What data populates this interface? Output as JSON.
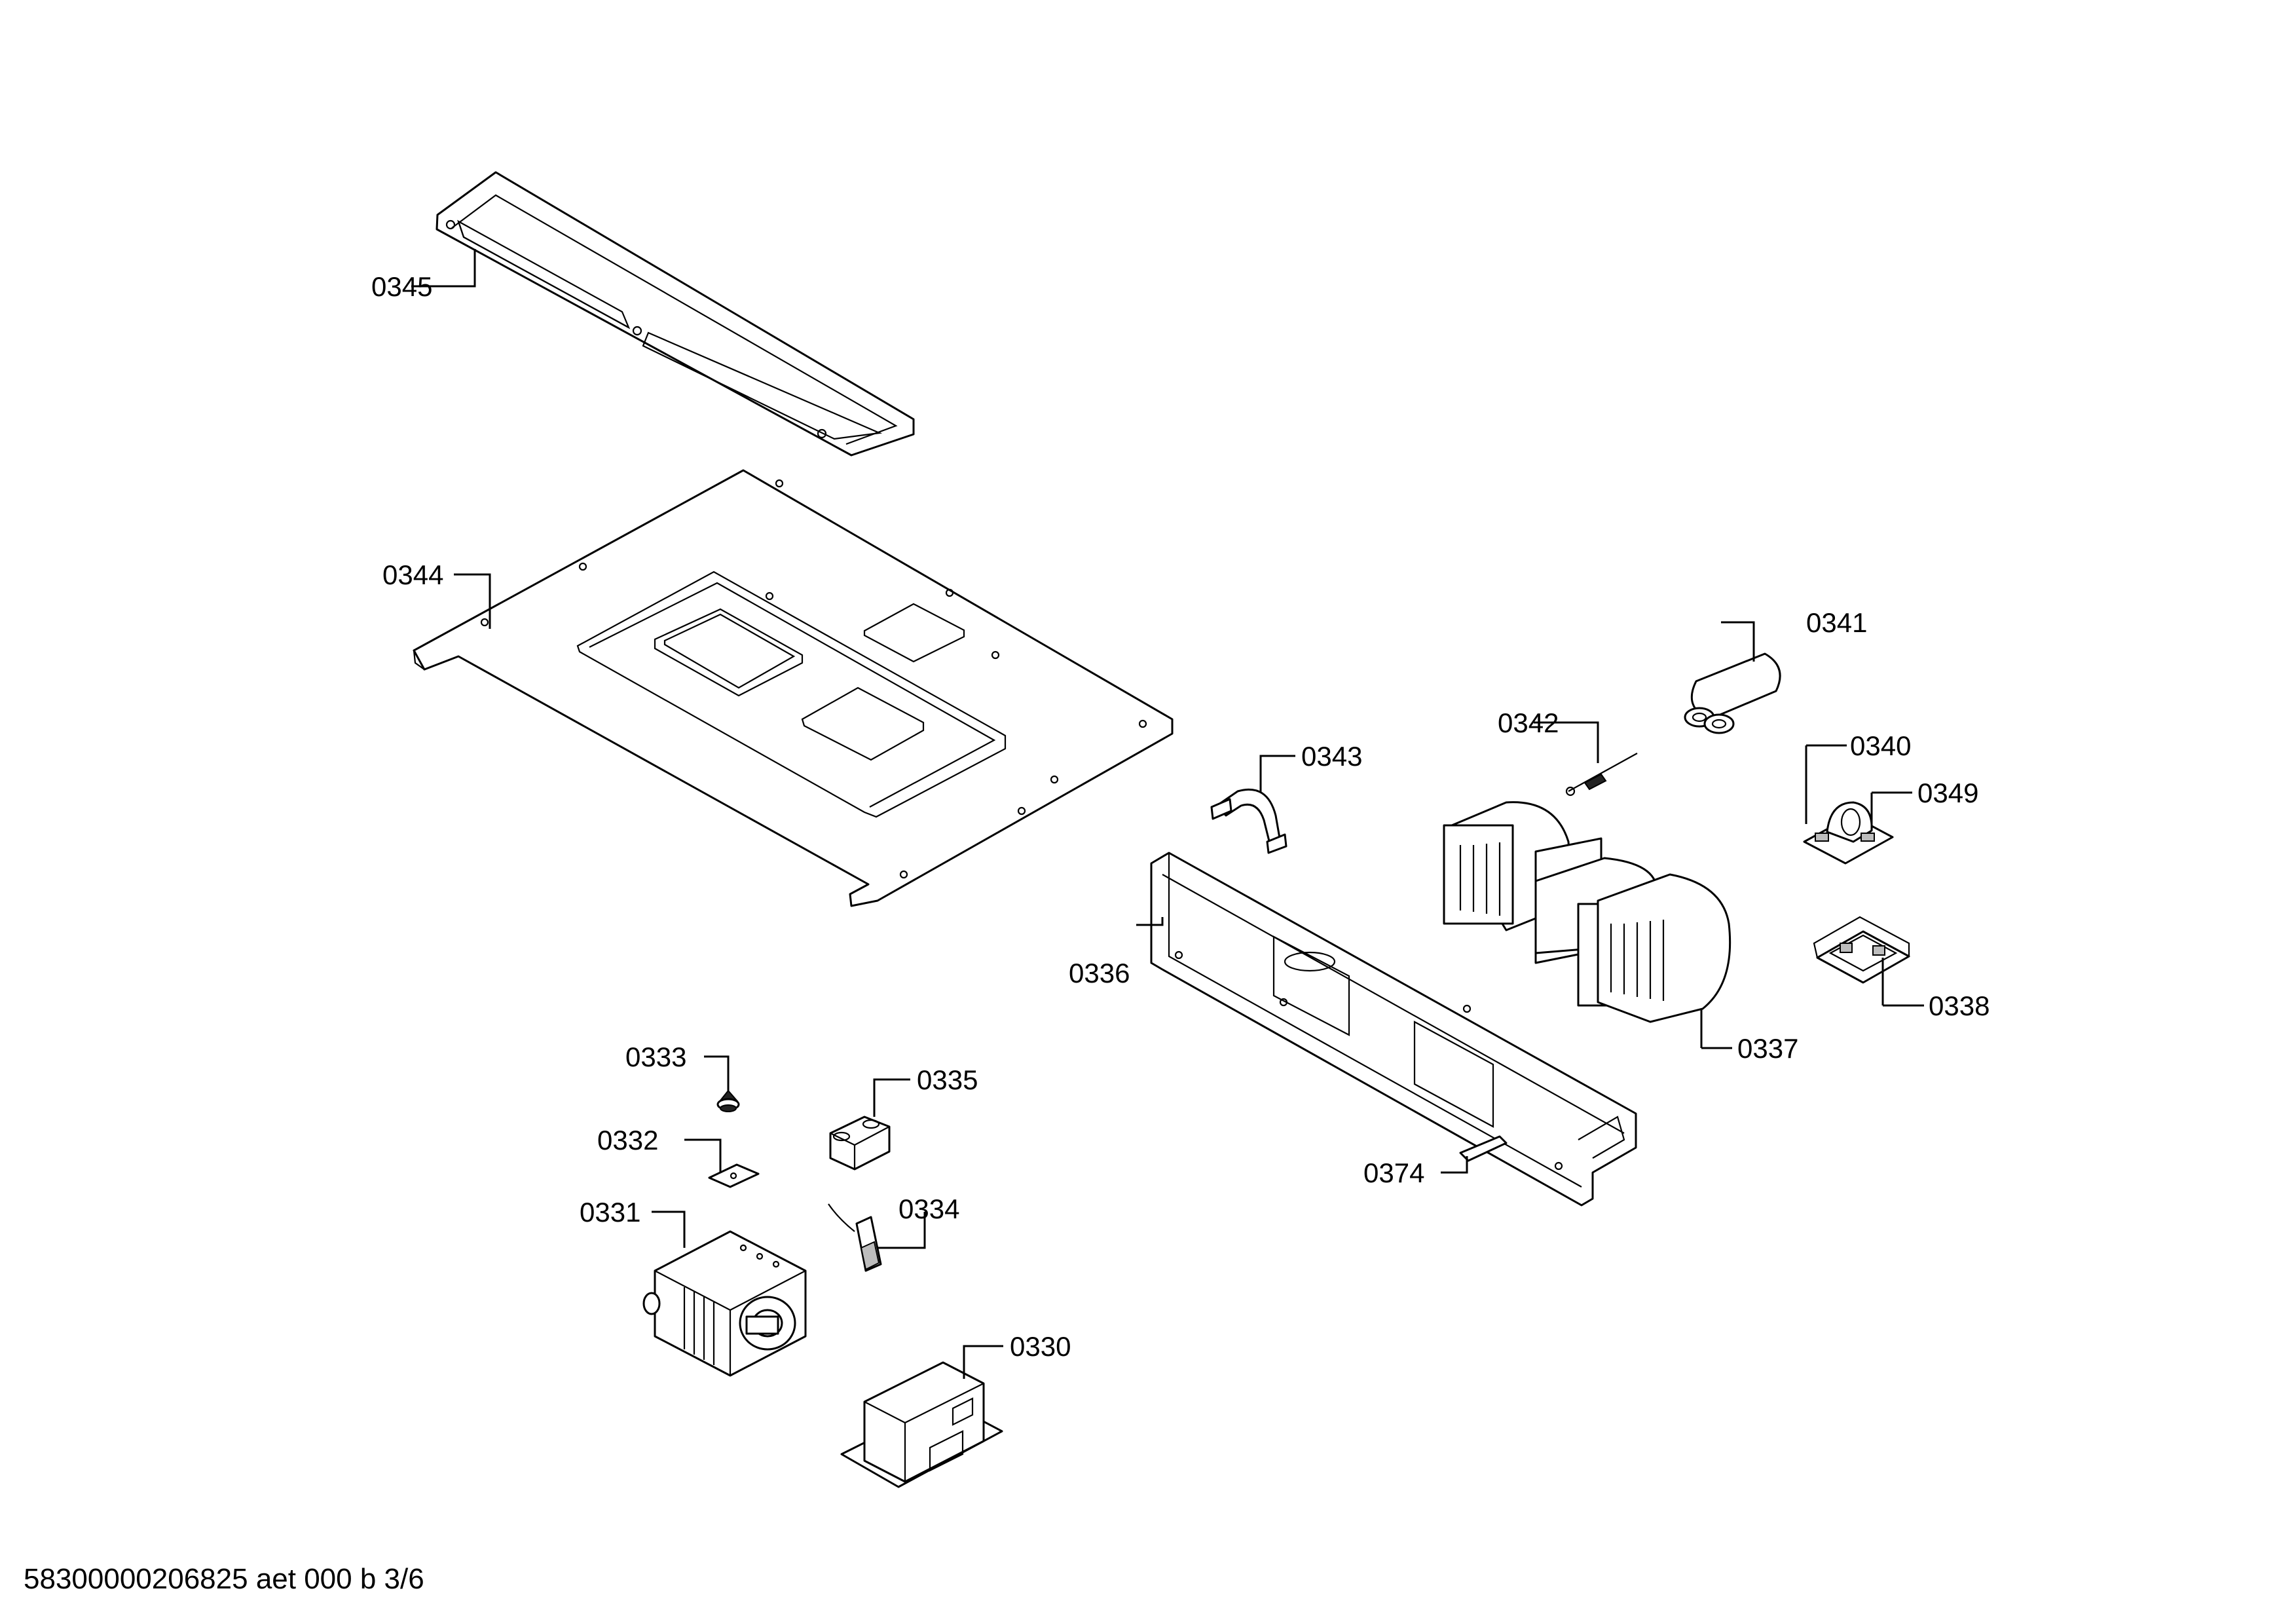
{
  "diagram": {
    "footer": "58300000206825 aet 000 b 3/6",
    "parts": [
      {
        "id": "0345"
      },
      {
        "id": "0344"
      },
      {
        "id": "0341"
      },
      {
        "id": "0342"
      },
      {
        "id": "0343"
      },
      {
        "id": "0340"
      },
      {
        "id": "0349"
      },
      {
        "id": "0336"
      },
      {
        "id": "0338"
      },
      {
        "id": "0337"
      },
      {
        "id": "0333"
      },
      {
        "id": "0335"
      },
      {
        "id": "0332"
      },
      {
        "id": "0374"
      },
      {
        "id": "0331"
      },
      {
        "id": "0334"
      },
      {
        "id": "0330"
      }
    ]
  }
}
